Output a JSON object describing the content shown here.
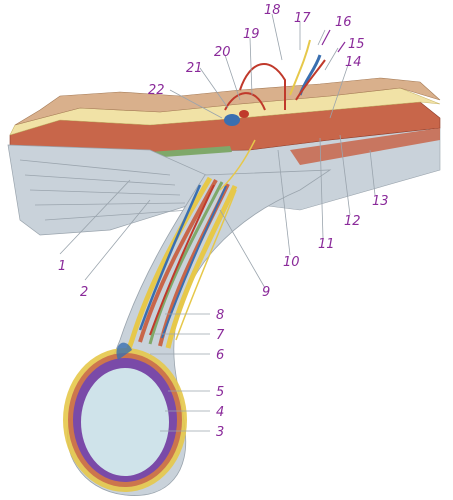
{
  "labels": [
    {
      "id": 1,
      "text": "1"
    },
    {
      "id": 2,
      "text": "2"
    },
    {
      "id": 3,
      "text": "3"
    },
    {
      "id": 4,
      "text": "4"
    },
    {
      "id": 5,
      "text": "5"
    },
    {
      "id": 6,
      "text": "6"
    },
    {
      "id": 7,
      "text": "7"
    },
    {
      "id": 8,
      "text": "8"
    },
    {
      "id": 9,
      "text": "9"
    },
    {
      "id": 10,
      "text": "10"
    },
    {
      "id": 11,
      "text": "11"
    },
    {
      "id": 12,
      "text": "12"
    },
    {
      "id": 13,
      "text": "13"
    },
    {
      "id": 14,
      "text": "14"
    },
    {
      "id": 15,
      "text": "15"
    },
    {
      "id": 16,
      "text": "16"
    },
    {
      "id": 17,
      "text": "17"
    },
    {
      "id": 18,
      "text": "18"
    },
    {
      "id": 19,
      "text": "19"
    },
    {
      "id": 20,
      "text": "20"
    },
    {
      "id": 21,
      "text": "21"
    },
    {
      "id": 22,
      "text": "22"
    }
  ],
  "colors": {
    "label_ink": "#8a2a9a",
    "skin": "#d9b08c",
    "fat": "#f1e2a6",
    "muscle": "#c8664a",
    "fascia_gray": "#c9d2da",
    "testis": "#cfe3ea",
    "tunica_purple": "#7a4aa8",
    "vessel_red": "#c0392b",
    "vessel_blue": "#3a6fb0",
    "nerve_yellow": "#e6c84a"
  }
}
